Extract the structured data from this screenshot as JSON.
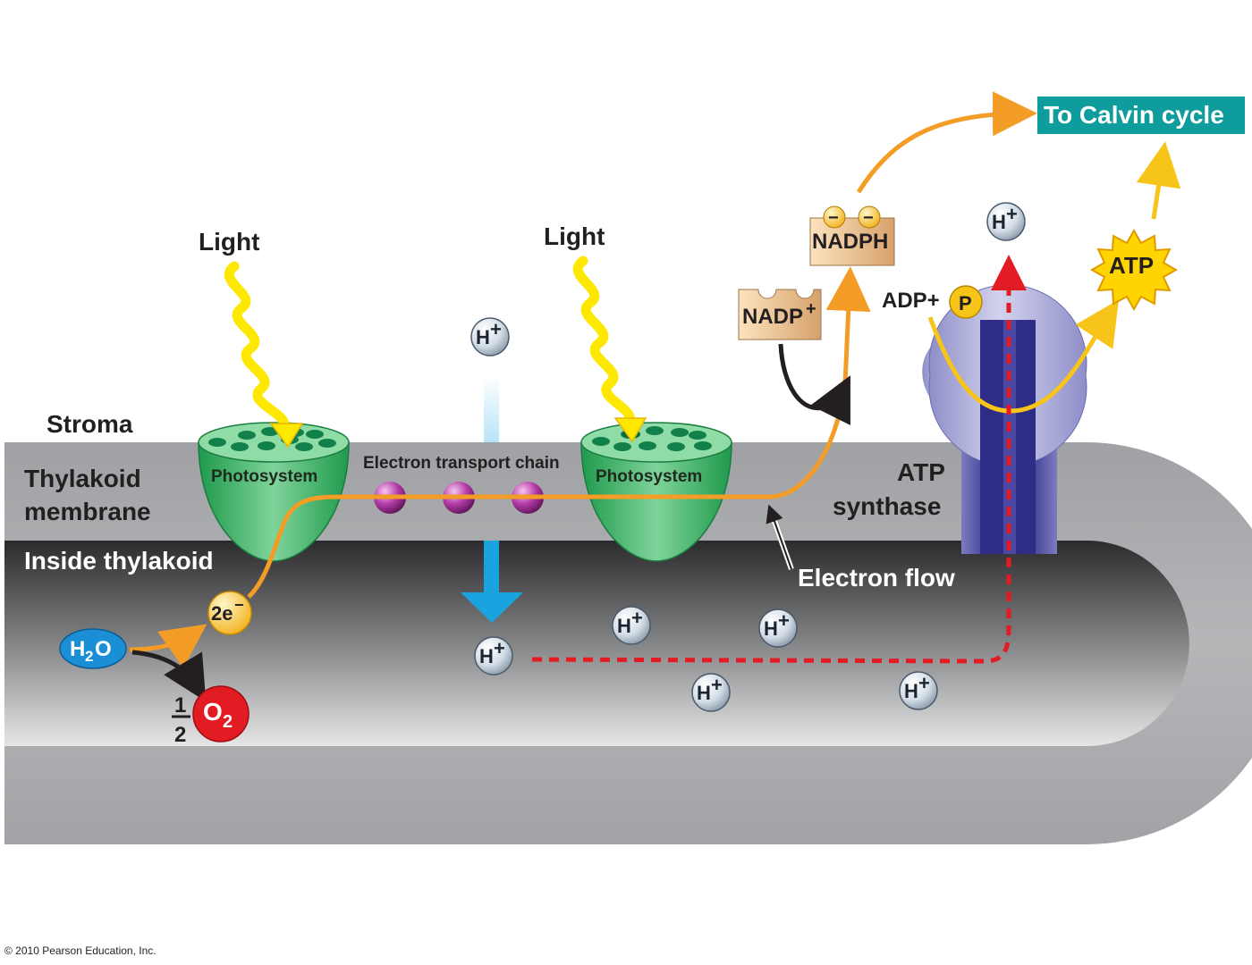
{
  "labels": {
    "light_1": "Light",
    "light_2": "Light",
    "stroma": "Stroma",
    "thylakoid_membrane_1": "Thylakoid",
    "thylakoid_membrane_2": "membrane",
    "inside_thylakoid": "Inside thylakoid",
    "photosystem_1": "Photosystem",
    "photosystem_2": "Photosystem",
    "electron_transport_chain": "Electron transport chain",
    "atp_synthase_1": "ATP",
    "atp_synthase_2": "synthase",
    "electron_flow": "Electron flow",
    "to_calvin_cycle": "To Calvin cycle",
    "nadph": "NADPH",
    "nadp_plus": "NADP",
    "adp_plus": "ADP+",
    "phosphate": "P",
    "atp": "ATP",
    "two_e": "2e",
    "water": "H",
    "water_sub": "2",
    "water_o": "O",
    "half_num": "1",
    "half_den": "2",
    "oxygen": "O",
    "oxygen_sub": "2",
    "h_ion": "H",
    "plus": "+",
    "minus": "−",
    "copyright": "© 2010 Pearson Education, Inc."
  },
  "colors": {
    "membrane": "#a3a5a8",
    "lumen": "#3b3b3d",
    "photosystem": "#2faa5a",
    "electron_path": "#f39c26",
    "light": "#ffe800",
    "proton_path": "#e31b23",
    "calvin_box": "#0f9c9c",
    "atp_synthase": "#3f3d8f",
    "oxygen": "#e31b23",
    "water": "#1a8fd6"
  }
}
